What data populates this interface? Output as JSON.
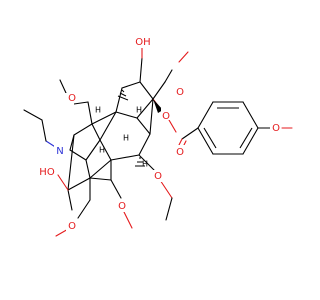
{
  "molecule": {
    "atoms": {
      "hydroxyl_top": "OH",
      "hydroxyl_left": "HO",
      "nitrogen": "N",
      "methoxy_top_left": "O",
      "methoxy_top_right": "O",
      "ester_oxygen": "O",
      "carbonyl_oxygen": "O",
      "aryl_methoxy_oxygen": "O",
      "ethoxy_oxygen": "O",
      "methoxy_bottom_center": "O",
      "methoxymethyl_oxygen": "O",
      "stereo_h_1": "H",
      "stereo_h_2": "H",
      "stereo_h_3": "H",
      "stereo_h_4": "H",
      "stereo_h_5": "H"
    },
    "colors": {
      "carbon_bond": "#000000",
      "oxygen": "#e41a1c",
      "nitrogen": "#2c32d6"
    }
  }
}
